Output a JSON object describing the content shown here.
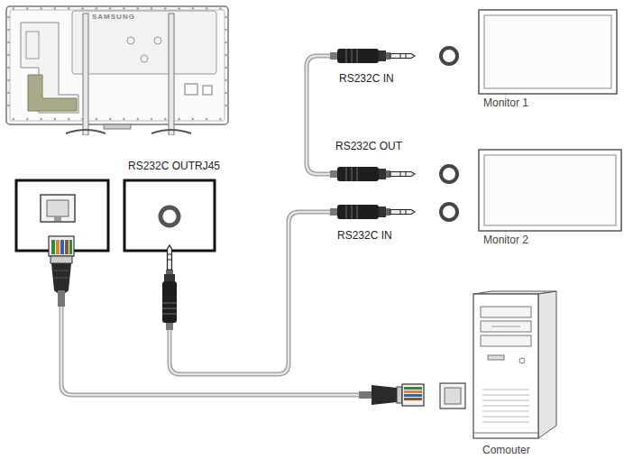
{
  "diagram": {
    "nodes": [
      {
        "text": [
          "SAMSUNG"
        ]
      },
      {
        "text": [
          "Monitor 1"
        ]
      },
      {
        "text": [
          "Monitor 2"
        ]
      },
      {
        "text": [
          "Comouter"
        ]
      }
    ],
    "labels": [
      "RS232C OUTRJ45",
      "RS232C IN",
      "RS232C OUT",
      "RS232C IN"
    ]
  }
}
